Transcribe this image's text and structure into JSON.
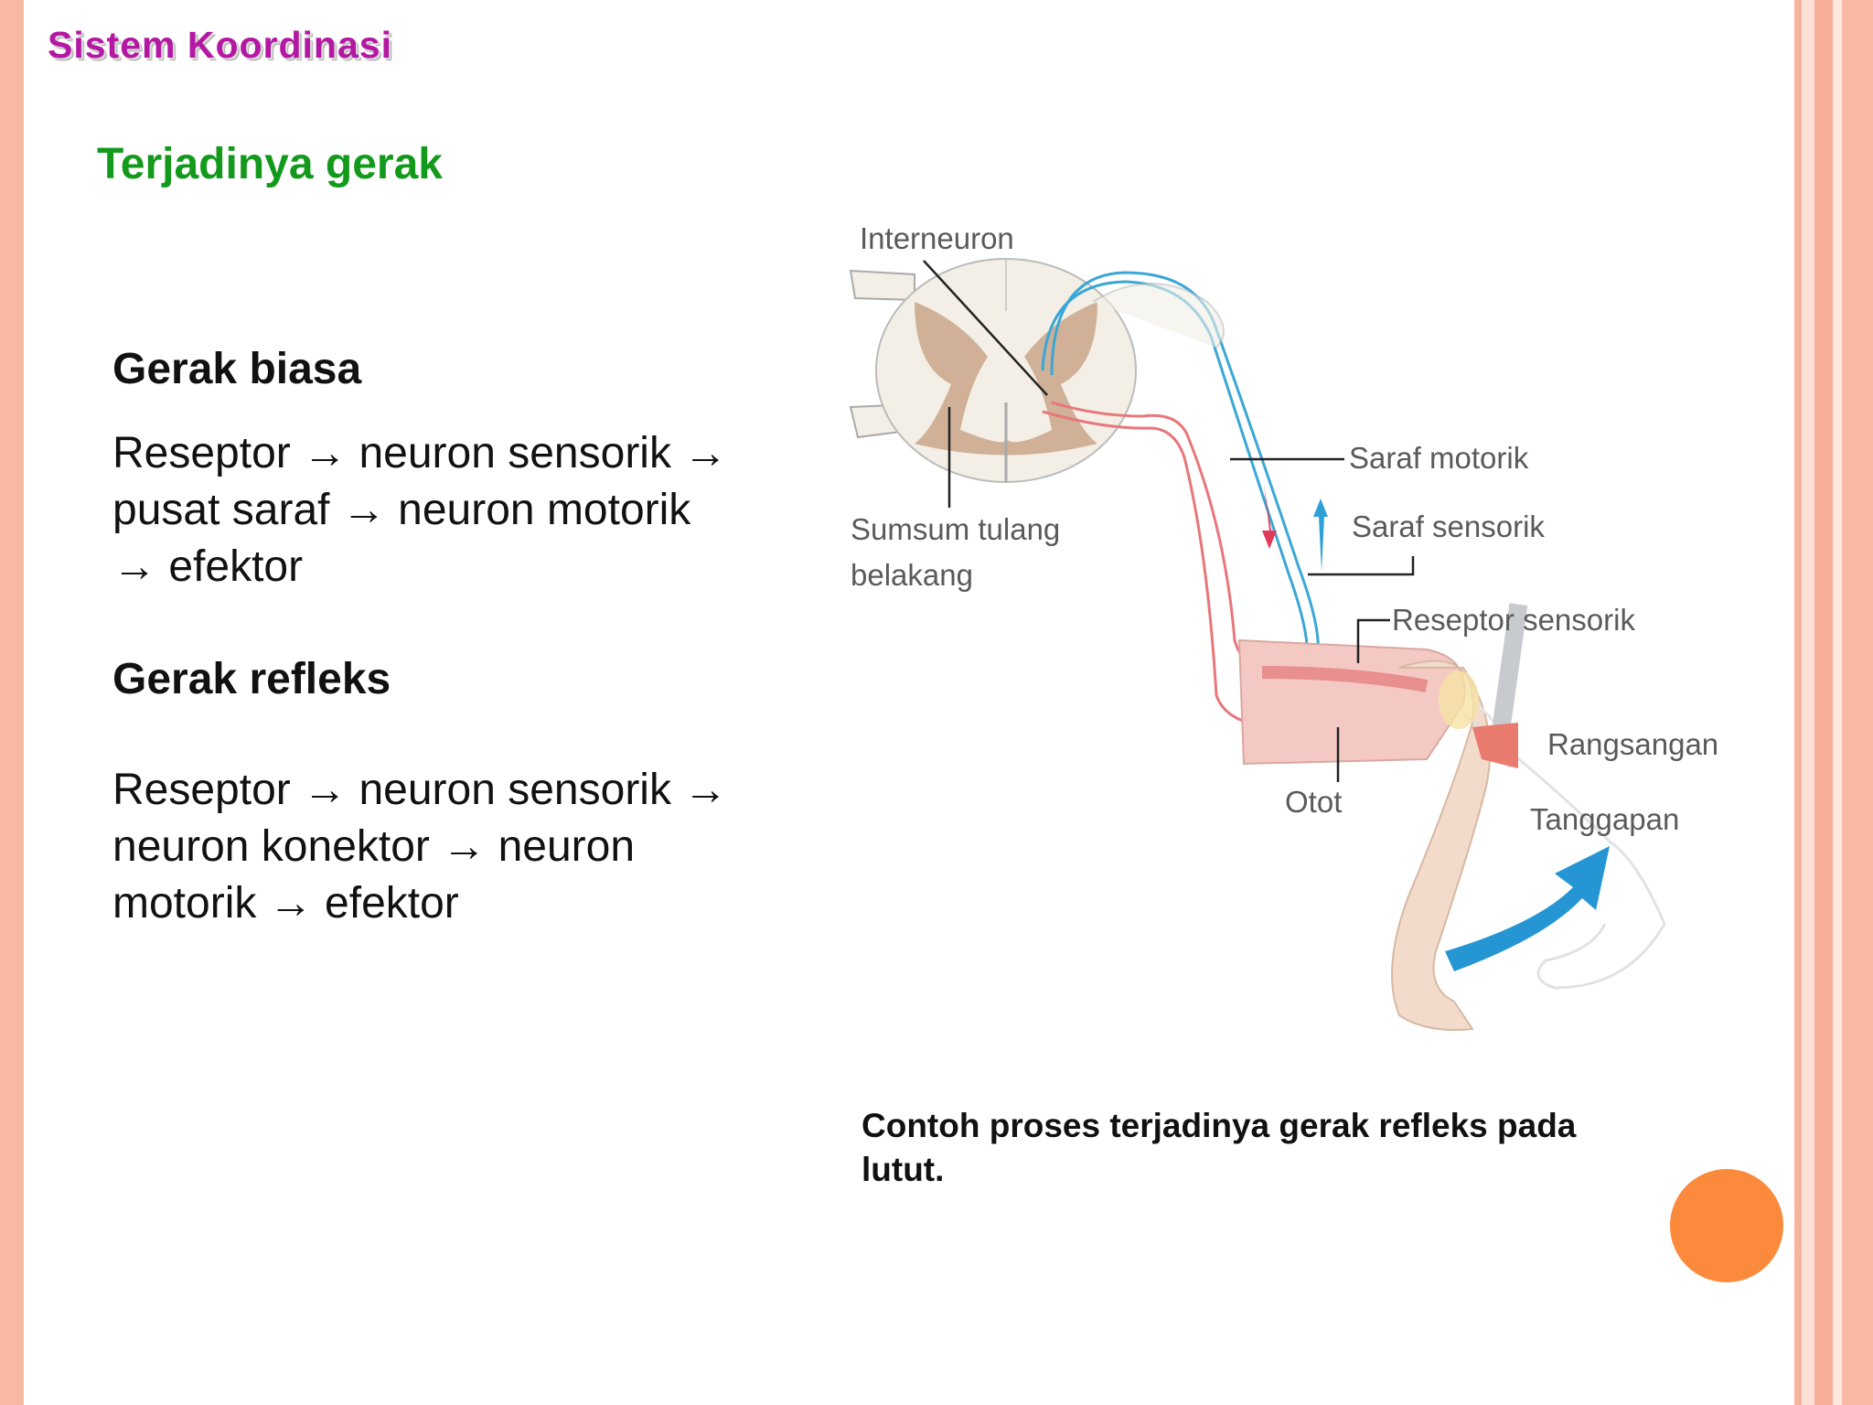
{
  "header": {
    "title": "Sistem Koordinasi"
  },
  "slide": {
    "title": "Terjadinya gerak"
  },
  "sections": [
    {
      "title": "Gerak biasa",
      "lines": [
        "Reseptor → neuron sensorik →",
        "pusat saraf → neuron motorik",
        "→ efektor"
      ]
    },
    {
      "title": "Gerak refleks",
      "lines": [
        "Reseptor → neuron sensorik →",
        "neuron konektor → neuron",
        "motorik → efektor"
      ]
    }
  ],
  "diagram": {
    "labels": {
      "interneuron": "Interneuron",
      "spinal_1": "Sumsum tulang",
      "spinal_2": "belakang",
      "motor_nerve": "Saraf motorik",
      "sensory_nerve": "Saraf sensorik",
      "receptor": "Reseptor sensorik",
      "stimulus": "Rangsangan",
      "muscle": "Otot",
      "response": "Tanggapan"
    }
  },
  "caption": {
    "line1": "Contoh proses terjadinya gerak refleks pada",
    "line2": "lutut."
  },
  "colors": {
    "header": "#b418a3",
    "title": "#139a1c",
    "accent_dot": "#fb8a3c",
    "sensory": "#3aa7d6",
    "motor": "#e8767a",
    "arrow": "#2596d3"
  }
}
